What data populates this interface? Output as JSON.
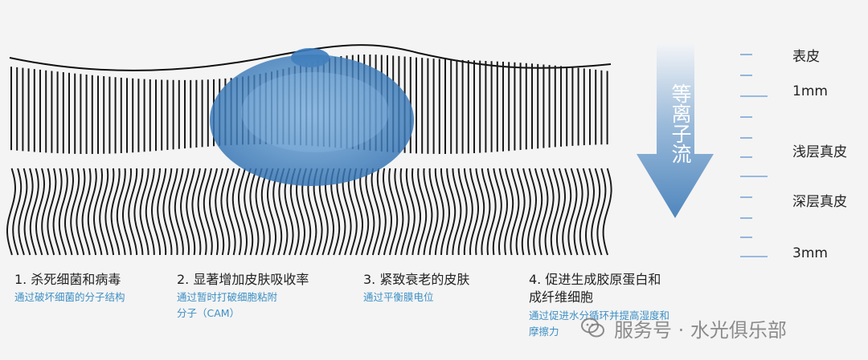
{
  "flow_label": "等离子流",
  "scale": {
    "labels": [
      {
        "text": "表皮",
        "depth": 0
      },
      {
        "text": "1mm",
        "depth": 1
      },
      {
        "text": "浅层真皮",
        "depth": 2
      },
      {
        "text": "深层真皮",
        "depth": 3
      },
      {
        "text": "3mm",
        "depth": 4
      }
    ]
  },
  "captions": [
    {
      "title": "1. 杀死细菌和病毒",
      "subtitle": "通过破坏细菌的分子结构"
    },
    {
      "title": "2. 显著增加皮肤吸收率",
      "subtitle": "通过暂时打破细胞粘附\n分子（CAM）"
    },
    {
      "title": "3. 紧致衰老的皮肤",
      "subtitle": "通过平衡膜电位"
    },
    {
      "title": "4. 促进生成胶原蛋白和\n成纤维细胞",
      "subtitle": "通过促进水分循环并提高湿度和\n摩擦力"
    }
  ],
  "watermark": {
    "text": "服务号 · 水光俱乐部",
    "icon": "wechat-icon"
  },
  "colors": {
    "arrow": "#5a8fc0",
    "bubble": "#4a88c6",
    "lines": "#1a1a1a",
    "accent_text": "#3d8fc4",
    "tick": "#7aa7d6"
  }
}
